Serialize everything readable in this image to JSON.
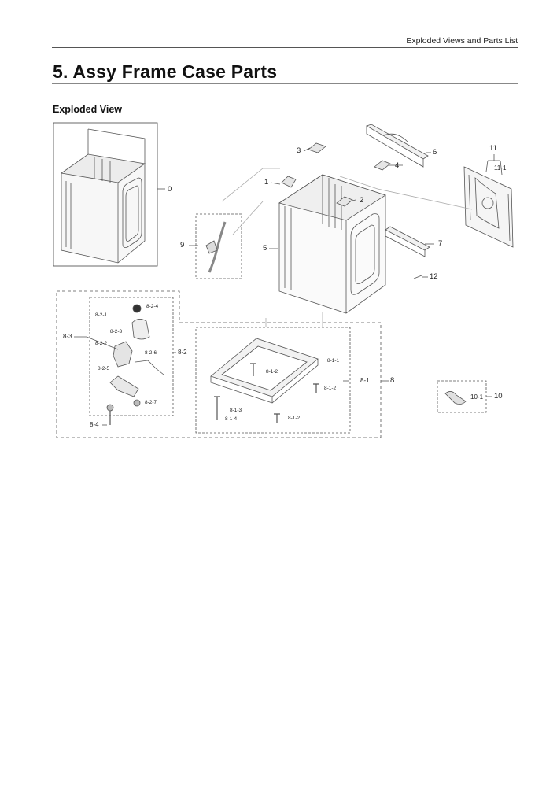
{
  "header": {
    "section": "Exploded Views and Parts List"
  },
  "title": "5.  Assy Frame Case Parts",
  "subtitle": "Exploded View",
  "callouts": {
    "p0": "0",
    "p1": "1",
    "p2": "2",
    "p3": "3",
    "p4": "4",
    "p5": "5",
    "p6": "6",
    "p7": "7",
    "p8": "8",
    "p9": "9",
    "p10": "10",
    "p11": "11",
    "p12": "12",
    "p11_1": "11-1",
    "p8_1": "8-1",
    "p8_2": "8-2",
    "p8_3": "8-3",
    "p8_4": "8-4",
    "p8_1_1": "8-1-1",
    "p8_1_2a": "8-1-2",
    "p8_1_2b": "8-1-2",
    "p8_1_2c": "8-1-2",
    "p8_1_3": "8-1-3",
    "p8_1_4": "8-1-4",
    "p8_2_1": "8-2-1",
    "p8_2_2": "8-2-2",
    "p8_2_3": "8-2-3",
    "p8_2_4": "8-2-4",
    "p8_2_5": "8-2-5",
    "p8_2_6": "8-2-6",
    "p8_2_7": "8-2-7",
    "p10_1": "10-1"
  }
}
